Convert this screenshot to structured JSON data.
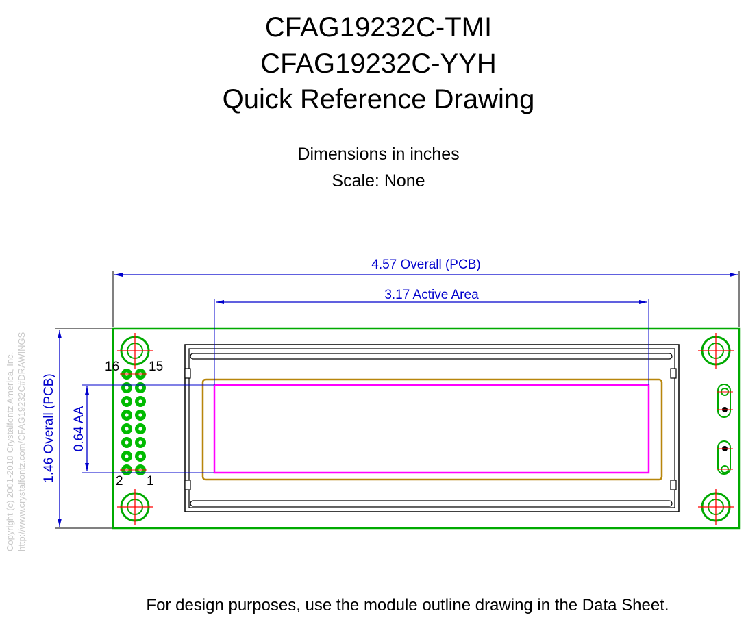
{
  "header": {
    "title_lines": [
      "CFAG19232C-TMI",
      "CFAG19232C-YYH",
      "Quick Reference Drawing"
    ],
    "subtitle_lines": [
      "Dimensions in inches",
      "Scale: None"
    ]
  },
  "dimensions": {
    "overall_width": "4.57 Overall (PCB)",
    "active_width": "3.17 Active Area",
    "overall_height": "1.46 Overall (PCB)",
    "active_height": "0.64 AA"
  },
  "pin_labels": {
    "top_left": "16",
    "top_right": "15",
    "bottom_left": "2",
    "bottom_right": "1"
  },
  "copyright_lines": [
    "Copyright (c) 2001-2010 Crystalfontz America, Inc.",
    "http://www.crystalfontz.com/CFAG19232C#DRAWINGS"
  ],
  "footer_note": "For design purposes, use the module outline drawing in the Data Sheet.",
  "colors": {
    "pcb_outline": "#00aa00",
    "dimension": "#0000cc",
    "bezel": "#b8860b",
    "active_area": "#ff00ff",
    "center_marks": "#ff0000",
    "pins": "#00bb00"
  }
}
